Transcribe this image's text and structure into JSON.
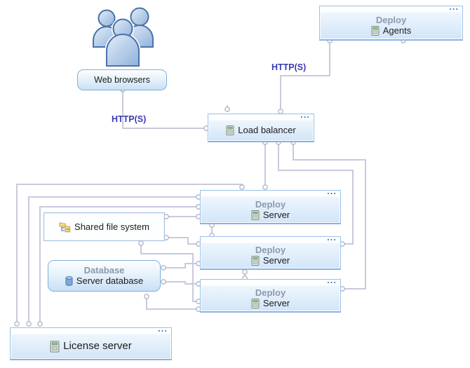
{
  "diagram": {
    "nodes": {
      "web_browsers": {
        "label": "Web browsers",
        "icon": "users-icon"
      },
      "deploy_agents": {
        "title": "Deploy",
        "label": "Agents",
        "icon": "server-icon",
        "menu_dots": "..."
      },
      "load_balancer": {
        "label": "Load balancer",
        "icon": "server-icon",
        "menu_dots": "..."
      },
      "deploy_servers": [
        {
          "title": "Deploy",
          "label": "Server",
          "icon": "server-icon",
          "menu_dots": "..."
        },
        {
          "title": "Deploy",
          "label": "Server",
          "icon": "server-icon",
          "menu_dots": "..."
        },
        {
          "title": "Deploy",
          "label": "Server",
          "icon": "server-icon",
          "menu_dots": "..."
        }
      ],
      "shared_file_system": {
        "label": "Shared file system",
        "icon": "folder-tree-icon"
      },
      "database": {
        "title": "Database",
        "label": "Server database",
        "icon": "database-cylinder-icon"
      },
      "license_server": {
        "label": "License server",
        "icon": "server-icon",
        "menu_dots": "..."
      }
    },
    "edges": {
      "browsers_to_load_balancer": {
        "label": "HTTP(S)"
      },
      "agents_to_load_balancer": {
        "label": "HTTP(S)"
      }
    },
    "colors": {
      "box_border": "#9cc0e8",
      "box_gradient_bottom": "#d2e5f8",
      "title_text": "#8b99ac",
      "body_text": "#1c1c1c",
      "connector": "#c9c9de",
      "http_label": "#3b3bb2",
      "menu_dots": "#4a7cc0"
    }
  }
}
